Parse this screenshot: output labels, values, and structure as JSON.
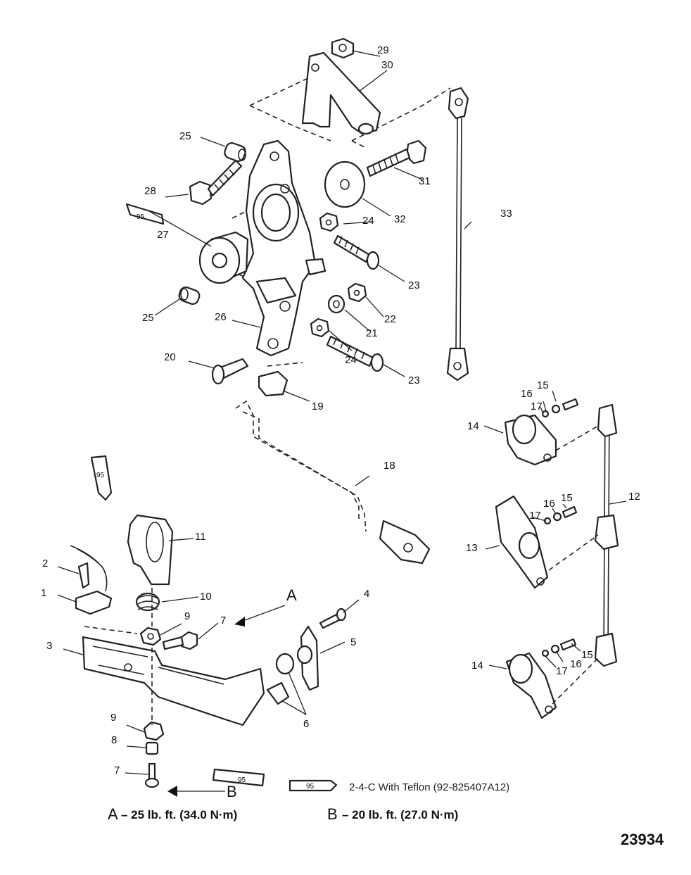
{
  "callouts": {
    "c1": "1",
    "c2": "2",
    "c3": "3",
    "c4": "4",
    "c5": "5",
    "c6": "6",
    "c7a": "7",
    "c7b": "7",
    "c8": "8",
    "c9a": "9",
    "c9b": "9",
    "c10": "10",
    "c11": "11",
    "c12": "12",
    "c13": "13",
    "c14a": "14",
    "c14b": "14",
    "c15a": "15",
    "c15b": "15",
    "c15c": "15",
    "c16a": "16",
    "c16b": "16",
    "c16c": "16",
    "c17a": "17",
    "c17b": "17",
    "c17c": "17",
    "c18": "18",
    "c19": "19",
    "c20": "20",
    "c21": "21",
    "c22": "22",
    "c23a": "23",
    "c23b": "23",
    "c24a": "24",
    "c24b": "24",
    "c25a": "25",
    "c25b": "25",
    "c26": "26",
    "c27": "27",
    "c28": "28",
    "c29": "29",
    "c30": "30",
    "c31": "31",
    "c32": "32",
    "c33": "33"
  },
  "tube_labels": {
    "t1": "95",
    "t2": "95",
    "t3": "95",
    "t4": "95"
  },
  "arrows": {
    "a": "A",
    "b": "B"
  },
  "legend": {
    "sealant_text": "2-4-C  With Teflon (92-825407A12)",
    "torque_a_key": "A",
    "torque_a_value": "– 25 lb. ft. (34.0 N·m)",
    "torque_b_key": "B",
    "torque_b_value": "– 20 lb. ft. (27.0 N·m)"
  },
  "figure_number": "23934"
}
